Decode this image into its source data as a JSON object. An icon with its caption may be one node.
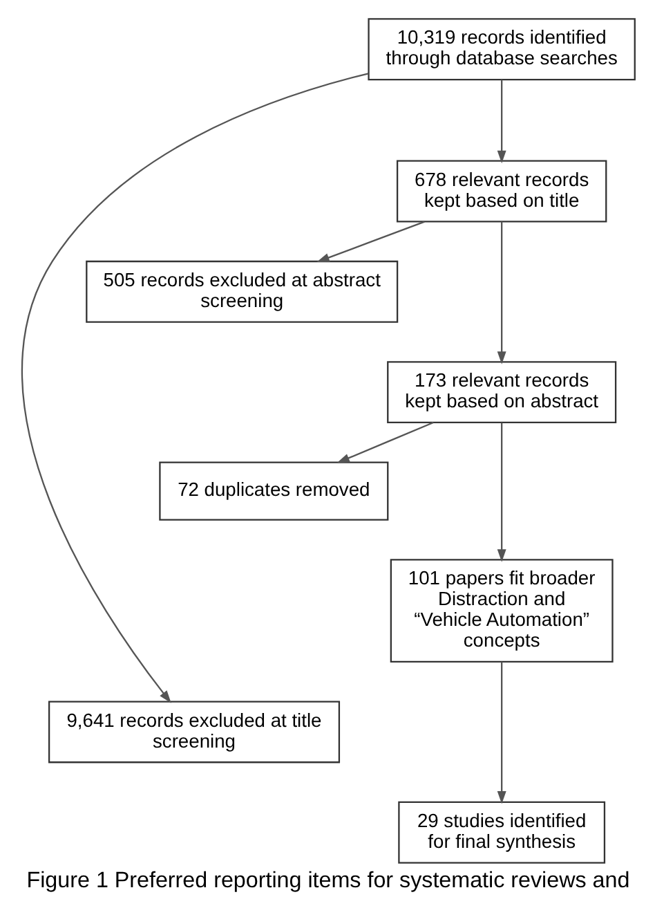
{
  "diagram": {
    "caption": "Figure 1 Preferred reporting items for systematic reviews and",
    "nodes": [
      {
        "text": [
          "10,319 records identified through database searches"
        ]
      },
      {
        "text": [
          "9,641 records excluded at title screening"
        ]
      },
      {
        "text": [
          "678 relevant records kept based on title"
        ]
      },
      {
        "text": [
          "505 records excluded at abstract screening"
        ]
      },
      {
        "text": [
          "173 relevant records kept based on abstract"
        ]
      },
      {
        "text": [
          "72 duplicates removed"
        ]
      },
      {
        "text": [
          "101 papers fit broader Distraction and “Vehicle Automation” concepts"
        ]
      },
      {
        "text": [
          "29 studies identified for final synthesis"
        ]
      }
    ],
    "edges": [
      {
        "from": 0,
        "to": 1,
        "arrow": "to"
      },
      {
        "from": 0,
        "to": 2,
        "arrow": "to"
      },
      {
        "from": 2,
        "to": 3,
        "arrow": "to"
      },
      {
        "from": 2,
        "to": 4,
        "arrow": "to"
      },
      {
        "from": 4,
        "to": 5,
        "arrow": "to"
      },
      {
        "from": 4,
        "to": 6,
        "arrow": "to"
      },
      {
        "from": 6,
        "to": 7,
        "arrow": "to"
      }
    ]
  }
}
